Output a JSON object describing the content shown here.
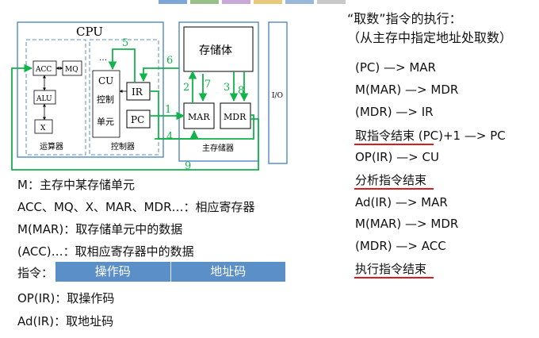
{
  "diagram": {
    "cpu_label": "CPU",
    "acc": "ACC",
    "mq": "MQ",
    "alu": "ALU",
    "x": "X",
    "alu_unit": "运算器",
    "cu": "CU",
    "cu_line1": "控制",
    "cu_line2": "单元",
    "dots": "…",
    "ir": "IR",
    "pc": "PC",
    "controller": "控制器",
    "storage_body": "存储体",
    "mar": "MAR",
    "mdr": "MDR",
    "main_memory": "主存储器",
    "io": "I/O",
    "steps": [
      "1",
      "2",
      "3",
      "4",
      "5",
      "6",
      "7",
      "8",
      "9"
    ],
    "colors": {
      "green": "#11b34a",
      "blue": "#5b8fc7",
      "red": "#d91c1c"
    }
  },
  "legend": [
    "M：主存中某存储单元",
    "ACC、MQ、X、MAR、MDR…：相应寄存器",
    "M(MAR)：取存储单元中的数据",
    "(ACC)…：取相应寄存器中的数据"
  ],
  "instruction_format": {
    "label": "指令：",
    "opcode": "操作码",
    "address": "地址码"
  },
  "ops": [
    "OP(IR)：取操作码",
    "Ad(IR)：取地址码"
  ],
  "right": {
    "title1": "“取数”指令的执行：",
    "title2": "（从主存中指定地址处取数）",
    "steps": [
      "(PC) —> MAR",
      "M(MAR) —> MDR",
      "(MDR) —> IR",
      "取指令结束 (PC)+1 —> PC",
      "OP(IR) —> CU",
      "分析指令结束",
      "Ad(IR) —> MAR",
      "M(MAR) —> MDR",
      "(MDR) —> ACC",
      "执行指令结束"
    ]
  }
}
